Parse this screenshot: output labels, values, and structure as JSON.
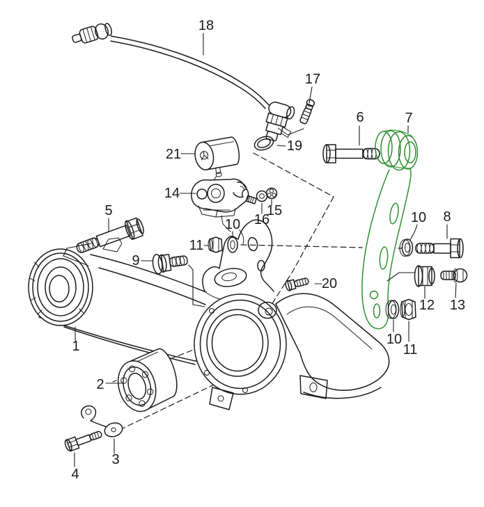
{
  "colors": {
    "background": "#ffffff",
    "line": "#1b1b1b",
    "highlight": "#2e8f2e"
  },
  "callouts": {
    "c1": {
      "text": "1"
    },
    "c2": {
      "text": "2"
    },
    "c3": {
      "text": "3"
    },
    "c4": {
      "text": "4"
    },
    "c5": {
      "text": "5"
    },
    "c6": {
      "text": "6"
    },
    "c7": {
      "text": "7"
    },
    "c8": {
      "text": "8"
    },
    "c9": {
      "text": "9"
    },
    "c10a": {
      "text": "10"
    },
    "c10b": {
      "text": "10"
    },
    "c10c": {
      "text": "10"
    },
    "c11a": {
      "text": "11"
    },
    "c11b": {
      "text": "11"
    },
    "c12": {
      "text": "12"
    },
    "c13": {
      "text": "13"
    },
    "c14": {
      "text": "14"
    },
    "c15": {
      "text": "15"
    },
    "c16": {
      "text": "16"
    },
    "c17": {
      "text": "17"
    },
    "c18": {
      "text": "18"
    },
    "c19": {
      "text": "19"
    },
    "c20": {
      "text": "20"
    },
    "c21": {
      "text": "21"
    }
  }
}
